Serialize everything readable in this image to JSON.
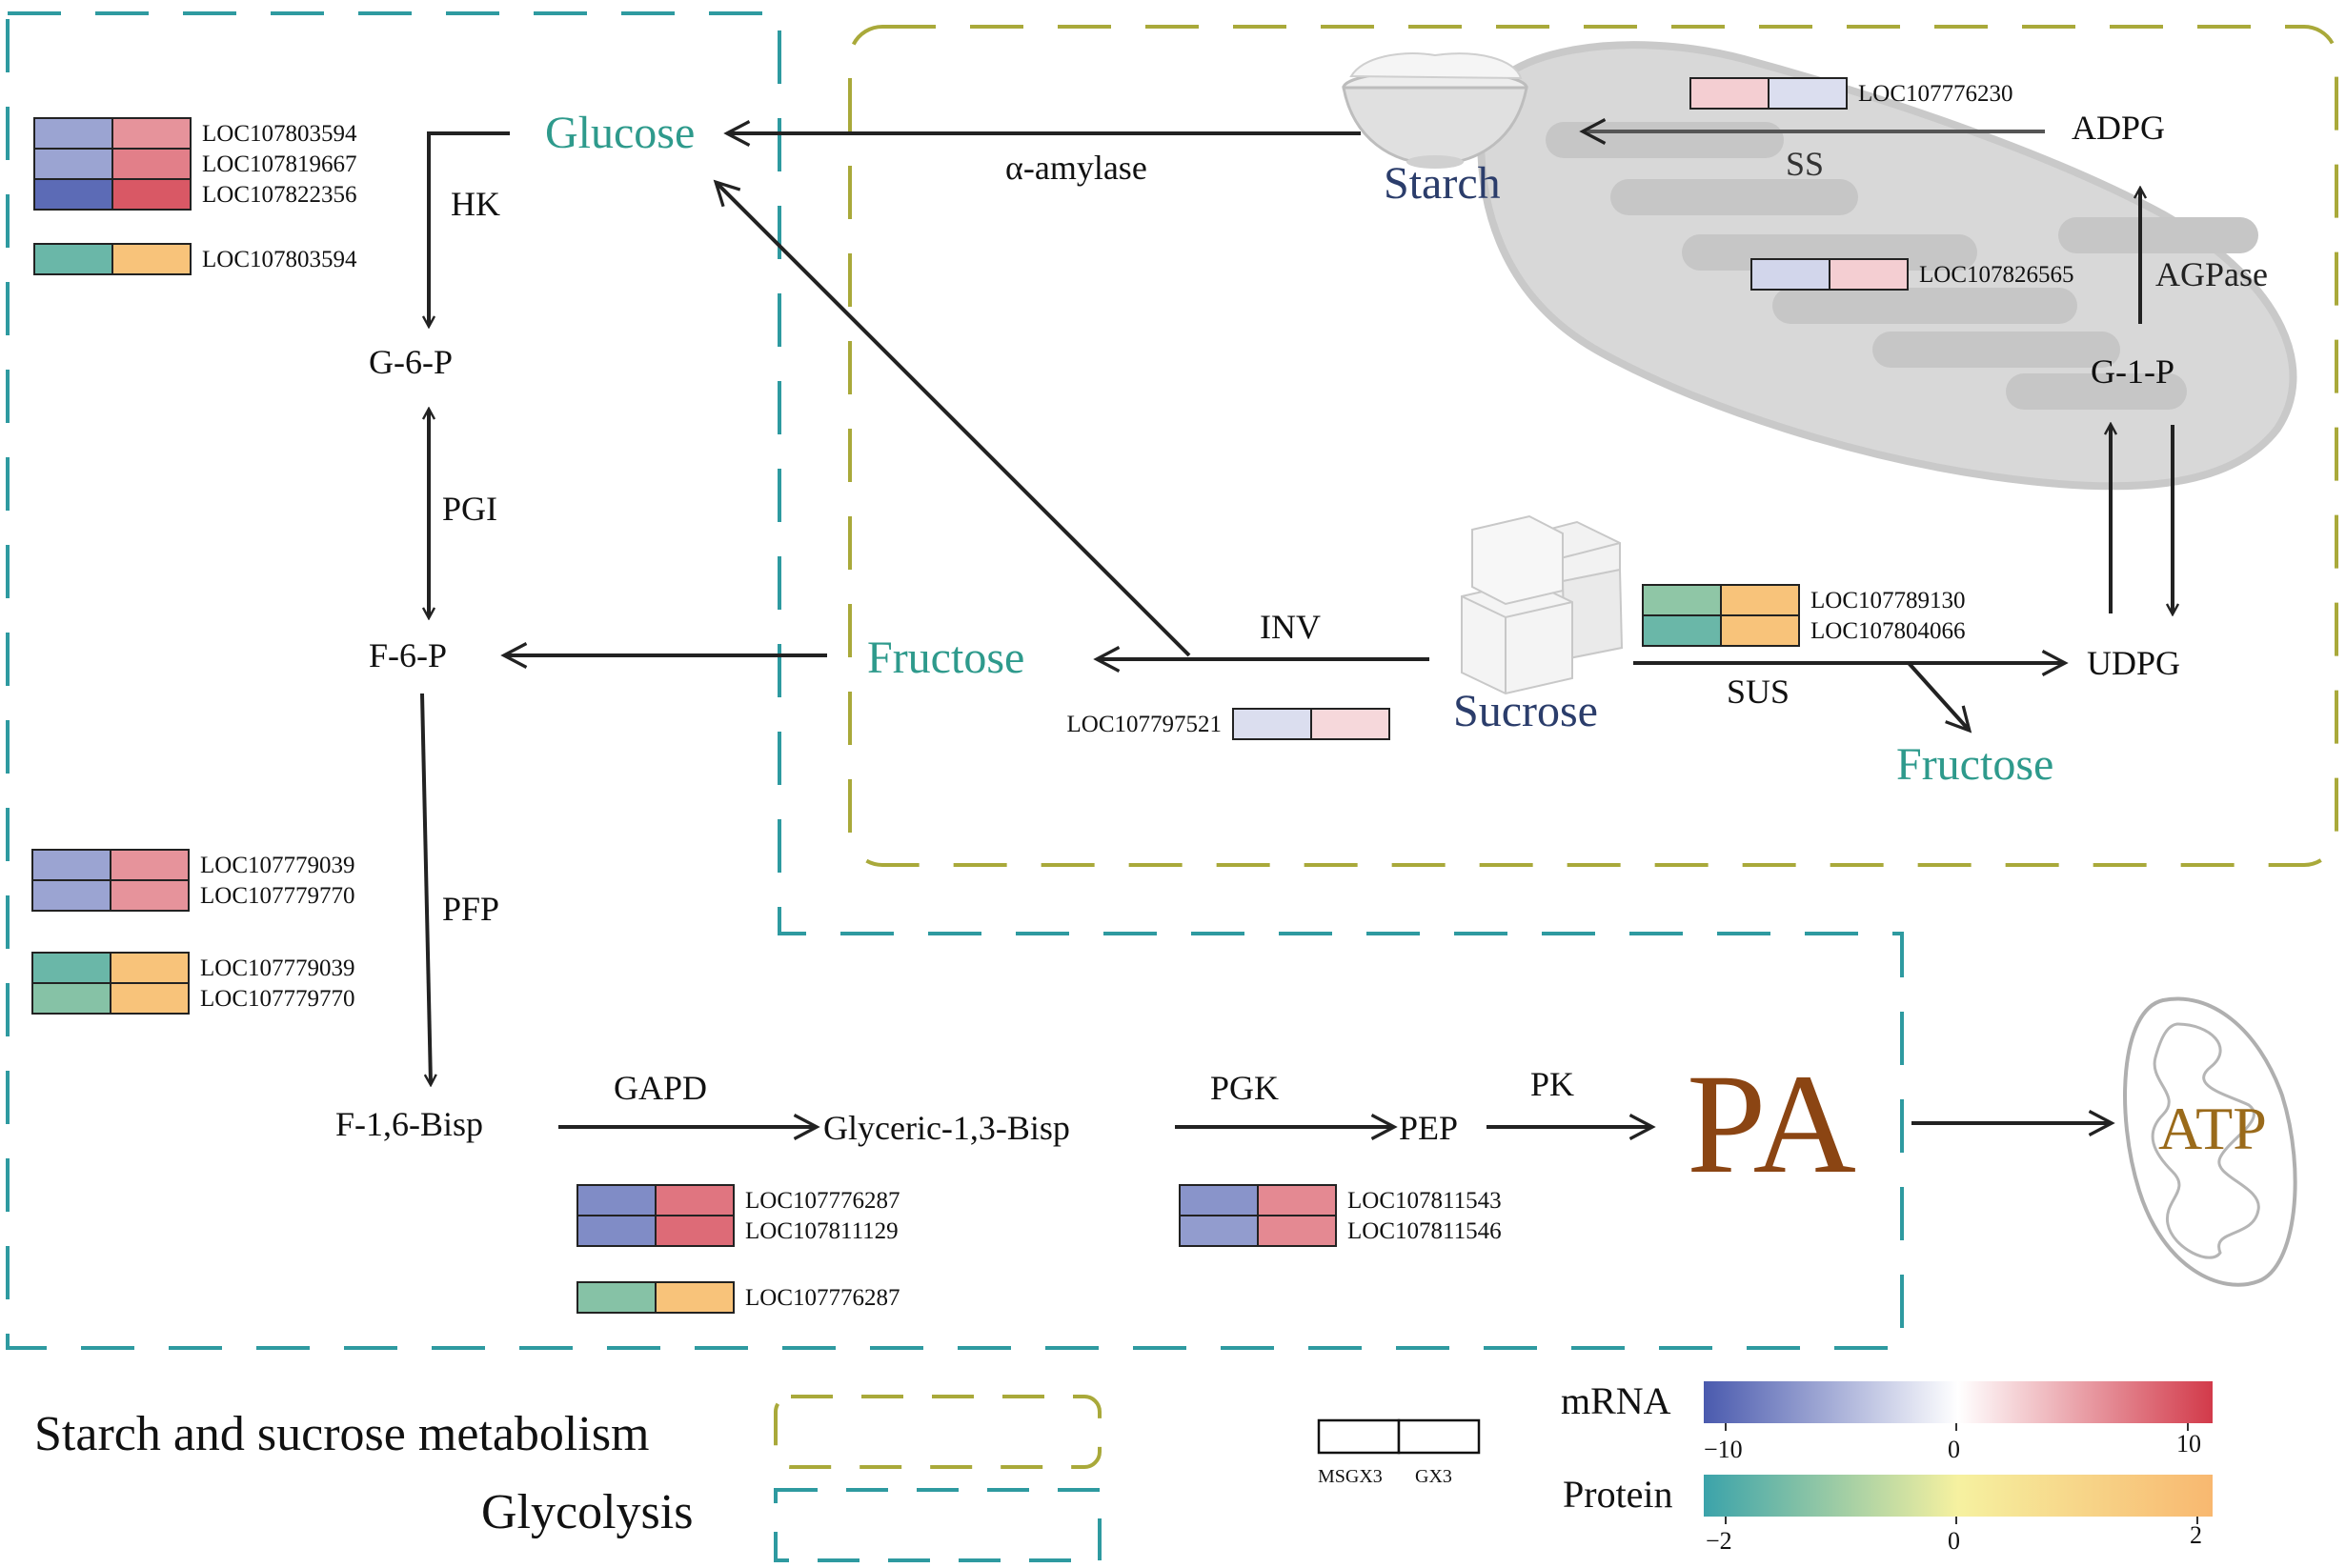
{
  "colors": {
    "glycolysis_border": "#2E9AA0",
    "starch_border": "#A9A93A",
    "teal_text": "#2E9A8C",
    "navy_text": "#2B3D6B",
    "pa_brown": "#8B4513",
    "atp_gold": "#9A6A1A",
    "arrow": "#222222",
    "organelle_fill": "#D8D8D8",
    "mrna_low": "#4A5AAE",
    "mrna_mid": "#FFFFFF",
    "mrna_high": "#D23A4A",
    "protein_low": "#3BA3AA",
    "protein_mid": "#F6F1A0",
    "protein_high": "#F8B870"
  },
  "metabolites": {
    "glucose": "Glucose",
    "g6p": "G-6-P",
    "f6p": "F-6-P",
    "f16bisp": "F-1,6-Bisp",
    "glyceric": "Glyceric-1,3-Bisp",
    "pep": "PEP",
    "pa": "PA",
    "atp": "ATP",
    "starch": "Starch",
    "adpg": "ADPG",
    "g1p": "G-1-P",
    "udpg": "UDPG",
    "sucrose": "Sucrose",
    "fructose_left": "Fructose",
    "fructose_right": "Fructose"
  },
  "enzymes": {
    "hk": "HK",
    "pgi": "PGI",
    "pfp": "PFP",
    "gapd": "GAPD",
    "pgk": "PGK",
    "pk": "PK",
    "amylase": "α-amylase",
    "ss": "SS",
    "agpase": "AGPase",
    "inv": "INV",
    "sus": "SUS"
  },
  "heatmaps": [
    {
      "id": "hk-mrna",
      "type": "mrna",
      "rows": [
        {
          "gene": "LOC107803594",
          "values": [
            -5.5,
            5.5
          ]
        },
        {
          "gene": "LOC107819667",
          "values": [
            -5.5,
            6.5
          ]
        },
        {
          "gene": "LOC107822356",
          "values": [
            -9,
            8.5
          ]
        }
      ]
    },
    {
      "id": "hk-protein",
      "type": "protein",
      "rows": [
        {
          "gene": "LOC107803594",
          "values": [
            -1.5,
            1.6
          ]
        }
      ]
    },
    {
      "id": "pfp-mrna",
      "type": "mrna",
      "rows": [
        {
          "gene": "LOC107779039",
          "values": [
            -5.5,
            5.5
          ]
        },
        {
          "gene": "LOC107779770",
          "values": [
            -5.5,
            5.5
          ]
        }
      ]
    },
    {
      "id": "pfp-protein",
      "type": "protein",
      "rows": [
        {
          "gene": "LOC107779039",
          "values": [
            -1.5,
            1.6
          ]
        },
        {
          "gene": "LOC107779770",
          "values": [
            -1.2,
            1.6
          ]
        }
      ]
    },
    {
      "id": "gapd-mrna",
      "type": "mrna",
      "rows": [
        {
          "gene": "LOC107776287",
          "values": [
            -7,
            7
          ]
        },
        {
          "gene": "LOC107811129",
          "values": [
            -7,
            7.5
          ]
        }
      ]
    },
    {
      "id": "gapd-protein",
      "type": "protein",
      "rows": [
        {
          "gene": "LOC107776287",
          "values": [
            -1.2,
            1.6
          ]
        }
      ]
    },
    {
      "id": "pgk-mrna",
      "type": "mrna",
      "rows": [
        {
          "gene": "LOC107811543",
          "values": [
            -6.5,
            6
          ]
        },
        {
          "gene": "LOC107811546",
          "values": [
            -6,
            6
          ]
        }
      ]
    },
    {
      "id": "ss-mrna",
      "type": "mrna",
      "rows": [
        {
          "gene": "LOC107776230",
          "values": [
            2.5,
            -2
          ]
        }
      ]
    },
    {
      "id": "agpase-mrna",
      "type": "mrna",
      "rows": [
        {
          "gene": "LOC107826565",
          "values": [
            -2.5,
            2.5
          ]
        }
      ]
    },
    {
      "id": "inv-mrna",
      "type": "mrna",
      "rows": [
        {
          "gene": "LOC107797521",
          "values": [
            -2,
            2
          ]
        }
      ]
    },
    {
      "id": "sus-protein",
      "type": "protein",
      "rows": [
        {
          "gene": "LOC107789130",
          "values": [
            -1.1,
            1.6
          ]
        },
        {
          "gene": "LOC107804066",
          "values": [
            -1.5,
            1.6
          ]
        }
      ]
    }
  ],
  "legend": {
    "starch_label": "Starch and sucrose metabolism",
    "glycolysis_label": "Glycolysis",
    "sample_left": "MSGX3",
    "sample_right": "GX3",
    "mrna_title": "mRNA",
    "mrna_ticks": [
      "−10",
      "0",
      "10"
    ],
    "protein_title": "Protein",
    "protein_ticks": [
      "−2",
      "0",
      "2"
    ]
  }
}
